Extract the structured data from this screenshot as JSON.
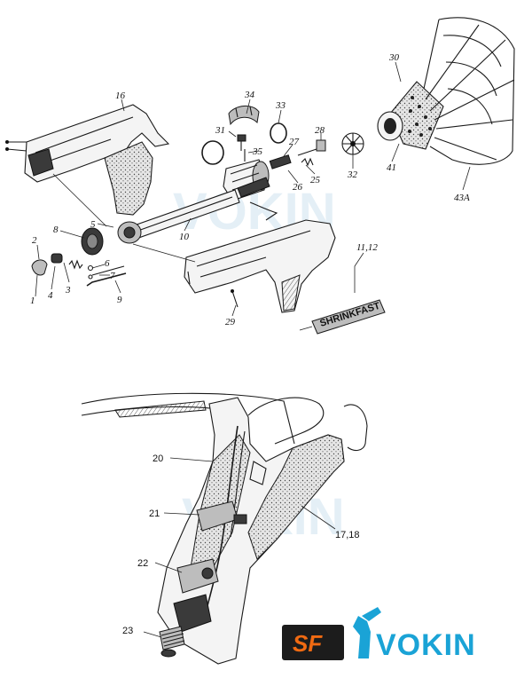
{
  "upper_labels": [
    "16",
    "34",
    "33",
    "31",
    "35",
    "27",
    "28",
    "30",
    "41",
    "43A",
    "32",
    "25",
    "26",
    "10",
    "5",
    "8",
    "2",
    "3",
    "4",
    "1",
    "6",
    "7",
    "9",
    "29",
    "11,12"
  ],
  "decal_text": "SHRINKFAST",
  "lower_labels": [
    "20",
    "21",
    "22",
    "23",
    "17,18"
  ],
  "watermark": "VOKIN",
  "logo": {
    "sf_text": "SF",
    "vokin_text": "VOKIN",
    "sf_color": "#f06a12",
    "vokin_color": "#1aa3d6"
  }
}
